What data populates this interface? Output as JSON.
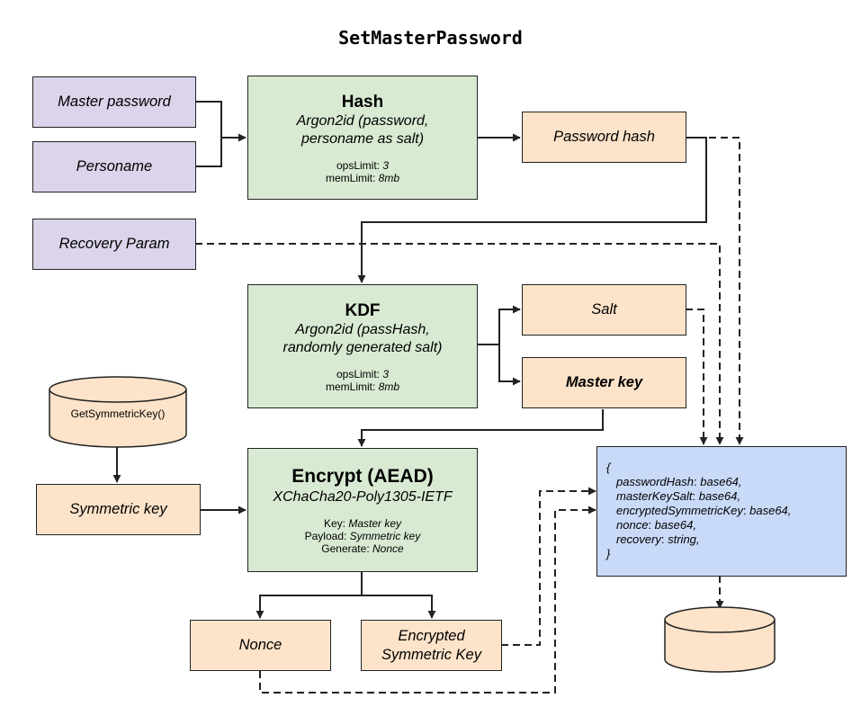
{
  "title": "SetMasterPassword",
  "inputs": {
    "master_password": "Master password",
    "personame": "Personame",
    "recovery_param": "Recovery Param",
    "symmetric_key": "Symmetric key"
  },
  "hash": {
    "title": "Hash",
    "line1": "Argon2id (password,",
    "line2": "personame as salt)",
    "ops_label": "opsLimit:",
    "ops_value": "3",
    "mem_label": "memLimit:",
    "mem_value": "8mb"
  },
  "kdf": {
    "title": "KDF",
    "line1": "Argon2id (passHash,",
    "line2": "randomly generated salt)",
    "ops_label": "opsLimit:",
    "ops_value": "3",
    "mem_label": "memLimit:",
    "mem_value": "8mb"
  },
  "encrypt": {
    "title": "Encrypt (AEAD)",
    "line1": "XChaCha20-Poly1305-IETF",
    "key_label": "Key:",
    "key_value": "Master key",
    "payload_label": "Payload:",
    "payload_value": "Symmetric key",
    "generate_label": "Generate:",
    "generate_value": "Nonce"
  },
  "outputs": {
    "password_hash": "Password hash",
    "salt": "Salt",
    "master_key": "Master key",
    "nonce": "Nonce",
    "encrypted_line1": "Encrypted",
    "encrypted_line2": "Symmetric Key"
  },
  "get_symmetric_key": "GetSymmetricKey()",
  "record": {
    "open": "{",
    "close": "}",
    "fields": [
      {
        "key": "passwordHash",
        "sep": ":",
        "type": "base64,"
      },
      {
        "key": "masterKeySalt",
        "sep": ":",
        "type": "base64,"
      },
      {
        "key": "encryptedSymmetricKey",
        "sep": ":",
        "type": "base64,"
      },
      {
        "key": "nonce",
        "sep": ":",
        "type": "base64,"
      },
      {
        "key": "recovery",
        "sep": ":",
        "type": "string,"
      }
    ]
  },
  "colors": {
    "input_fill": "#dbd4ea",
    "process_fill": "#d9ead2",
    "output_fill": "#fce3c9",
    "record_fill": "#c9daf8",
    "stroke": "#222222"
  }
}
